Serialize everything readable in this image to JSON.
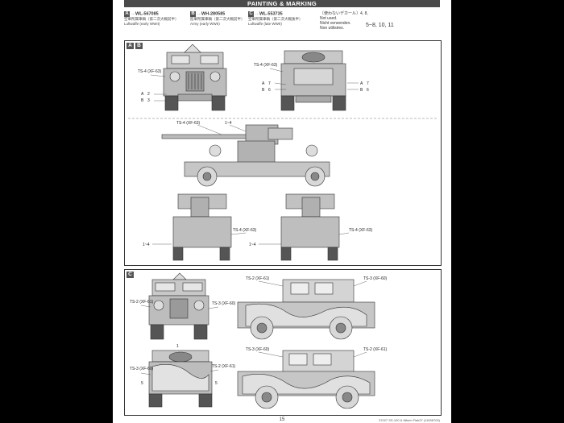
{
  "header": {
    "title": "PAINTING & MARKING"
  },
  "markings": [
    {
      "letter": "A",
      "code": "WL-567085",
      "lines": [
        "空軍所属車輌（第二次大戦前半）",
        "Luftwaffe (early WWII)"
      ]
    },
    {
      "letter": "B",
      "code": "WH-280585",
      "lines": [
        "陸軍所属車輌（第二次大戦前半）",
        "Army (early WWII)"
      ]
    },
    {
      "letter": "C",
      "code": "WL-553735",
      "lines": [
        "空軍所属車輌（第二次大戦後半）",
        "Luftwaffe (late WWII)"
      ]
    }
  ],
  "unused": {
    "title": "〔使わないデカール〕",
    "decal_nums": "4, 8,",
    "lines": [
      "Not used.",
      "Nicht verwenden.",
      "Non utilisées."
    ],
    "numbers": "5~8, 10, 11"
  },
  "panel_ab": {
    "tags": [
      "A",
      "B"
    ],
    "front_callouts": [
      "TS-4 (XF-63)",
      "A",
      "2",
      "B",
      "3"
    ],
    "rear_callouts": [
      "TS-4 (XF-63)",
      "A",
      "7",
      "B",
      "6",
      "A",
      "7",
      "B",
      "6"
    ],
    "gun_callouts": [
      "TS-4 (XF-63)",
      "1~4"
    ],
    "trailer_callouts": [
      "TS-4 (XF-63)",
      "1~4",
      "1~4",
      "TS-4 (XF-63)"
    ]
  },
  "panel_c": {
    "tag": "C",
    "front_callouts": [
      "TS-2 (XF-61)",
      "TS-3 (XF-60)",
      "1"
    ],
    "side_callouts": [
      "TS-2 (XF-61)",
      "TS-3 (XF-60)"
    ],
    "rear_callouts": [
      "TS-3 (XF-60)",
      "TS-2 (XF-61)",
      "5",
      "5"
    ],
    "side2_callouts": [
      "TS-3 (XF-60)",
      "TS-2 (XF-61)"
    ]
  },
  "footer": {
    "page": "15",
    "code": "37027 SS-100 & 88mm Flak37 (11056703)"
  }
}
